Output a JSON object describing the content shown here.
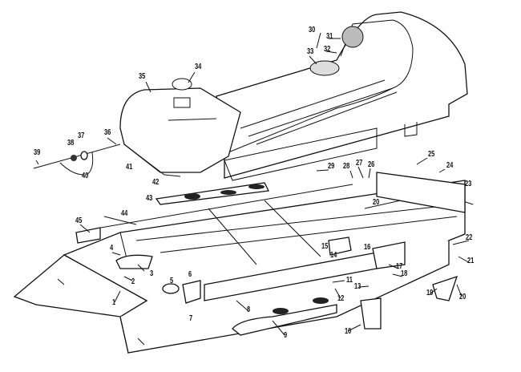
{
  "diagram": {
    "type": "exploded parts diagram",
    "callouts": [
      "1",
      "2",
      "3",
      "4",
      "5",
      "6",
      "7",
      "8",
      "9",
      "10",
      "11",
      "12",
      "13",
      "14",
      "15",
      "16",
      "17",
      "18",
      "19",
      "20",
      "20",
      "21",
      "22",
      "23",
      "24",
      "25",
      "26",
      "27",
      "28",
      "29",
      "30",
      "31",
      "32",
      "33",
      "34",
      "35",
      "36",
      "37",
      "38",
      "39",
      "40",
      "41",
      "42",
      "43",
      "44",
      "45"
    ]
  }
}
